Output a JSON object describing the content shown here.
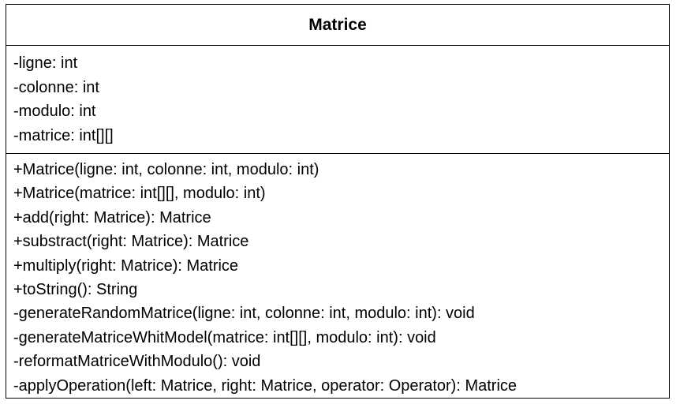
{
  "class": {
    "name": "Matrice",
    "attributes": [
      "-ligne: int",
      "-colonne: int",
      "-modulo: int",
      "-matrice: int[][]"
    ],
    "operations": [
      "+Matrice(ligne: int, colonne: int, modulo: int)",
      "+Matrice(matrice: int[][], modulo: int)",
      "+add(right: Matrice): Matrice",
      "+substract(right: Matrice): Matrice",
      "+multiply(right: Matrice): Matrice",
      "+toString(): String",
      "-generateRandomMatrice(ligne: int, colonne: int, modulo: int): void",
      "-generateMatriceWhitModel(matrice: int[][], modulo: int): void",
      "-reformatMatriceWithModulo(): void",
      "-applyOperation(left: Matrice, right: Matrice, operator: Operator): Matrice"
    ]
  }
}
